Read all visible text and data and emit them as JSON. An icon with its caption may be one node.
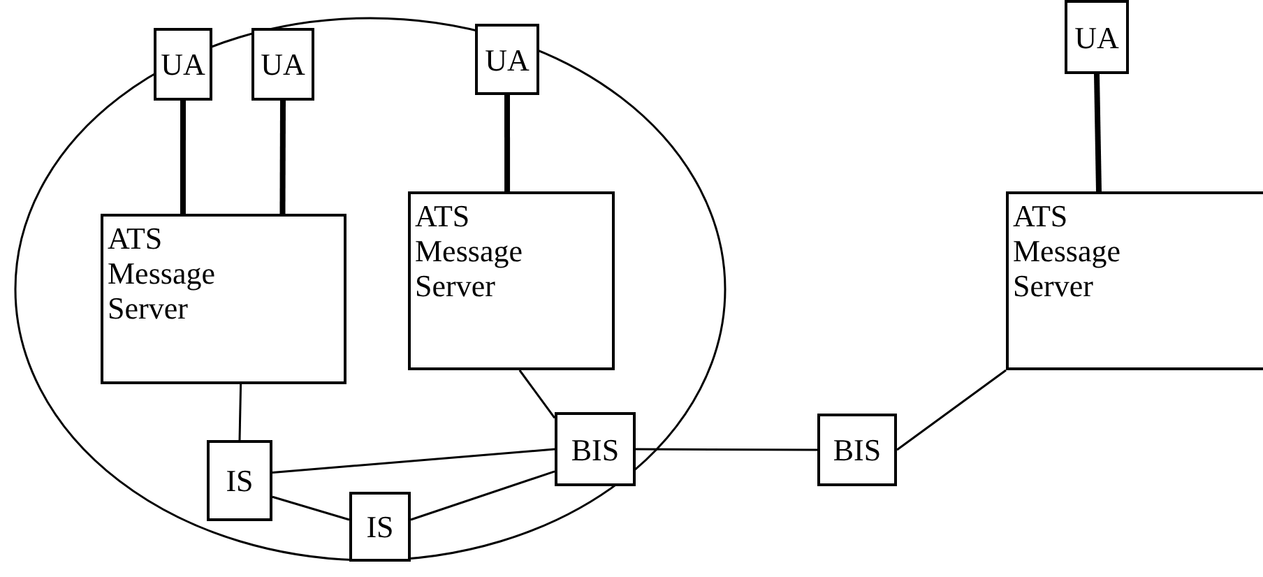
{
  "diagram": {
    "nodes": [
      {
        "text": [],
        "shape": "ellipse"
      },
      {
        "text": [
          "UA"
        ],
        "in": 0
      },
      {
        "text": [
          "UA"
        ],
        "in": 0
      },
      {
        "text": [
          "UA"
        ],
        "in": 0
      },
      {
        "text": [
          "ATS Message Server"
        ],
        "in": 0
      },
      {
        "text": [
          "ATS Message Server"
        ],
        "in": 0
      },
      {
        "text": [
          "IS"
        ],
        "in": 0
      },
      {
        "text": [
          "IS"
        ],
        "in": 0
      },
      {
        "text": [
          "BIS"
        ],
        "in": 0
      },
      {
        "text": [
          "BIS"
        ]
      },
      {
        "text": [
          "UA"
        ]
      },
      {
        "text": [
          "ATS Message Server"
        ]
      }
    ],
    "edges": [
      {
        "from": 1,
        "to": 4,
        "arrow": "none",
        "style": "thick"
      },
      {
        "from": 2,
        "to": 4,
        "arrow": "none",
        "style": "thick"
      },
      {
        "from": 3,
        "to": 5,
        "arrow": "none",
        "style": "thick"
      },
      {
        "from": 10,
        "to": 11,
        "arrow": "none",
        "style": "thick"
      },
      {
        "from": 4,
        "to": 6,
        "arrow": "none"
      },
      {
        "from": 5,
        "to": 8,
        "arrow": "none"
      },
      {
        "from": 6,
        "to": 8,
        "arrow": "none"
      },
      {
        "from": 6,
        "to": 7,
        "arrow": "none"
      },
      {
        "from": 7,
        "to": 8,
        "arrow": "none"
      },
      {
        "from": 8,
        "to": 9,
        "arrow": "none"
      },
      {
        "from": 9,
        "to": 11,
        "arrow": "none"
      }
    ]
  }
}
